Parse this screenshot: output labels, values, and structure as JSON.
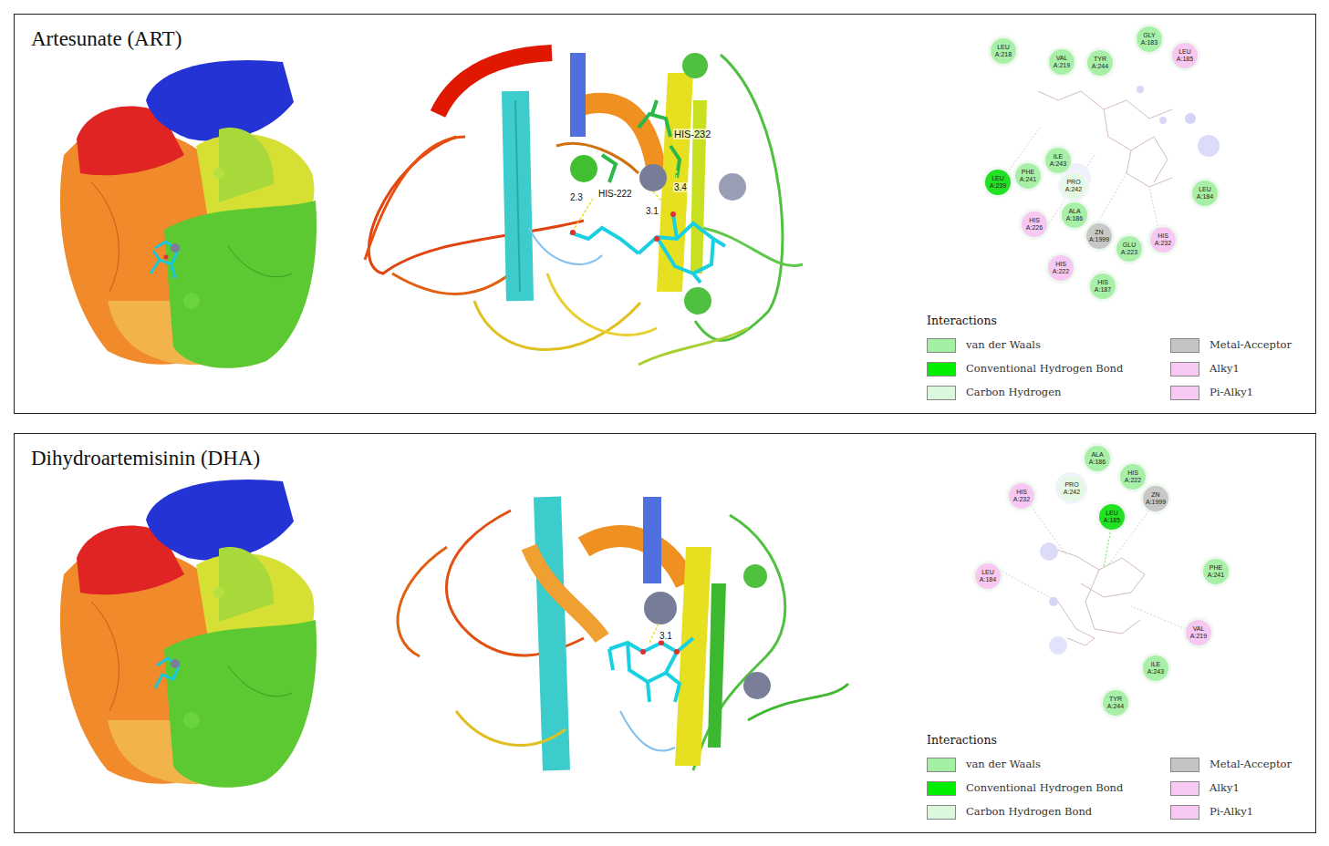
{
  "diagram": {
    "nodes": [
      {
        "text": [
          "Artesunate (ART)"
        ]
      },
      {
        "text": [
          "LEU A:218"
        ],
        "in": 0
      },
      {
        "text": [
          "VAL A:219"
        ],
        "in": 0
      },
      {
        "text": [
          "TYR A:244"
        ],
        "in": 0
      },
      {
        "text": [
          "GLY A:183"
        ],
        "in": 0
      },
      {
        "text": [
          "LEU A:185"
        ],
        "in": 0
      },
      {
        "text": [
          "LEU A:239"
        ],
        "in": 0
      },
      {
        "text": [
          "PHE A:241"
        ],
        "in": 0
      },
      {
        "text": [
          "ILE A:243"
        ],
        "in": 0
      },
      {
        "text": [
          "PRO A:242"
        ],
        "in": 0
      },
      {
        "text": [
          "LEU A:184"
        ],
        "in": 0
      },
      {
        "text": [
          "ALA A:186"
        ],
        "in": 0
      },
      {
        "text": [
          "HIS A:226"
        ],
        "in": 0
      },
      {
        "text": [
          "ZN A:1999"
        ],
        "in": 0
      },
      {
        "text": [
          "GLU A:223"
        ],
        "in": 0
      },
      {
        "text": [
          "HIS A:232"
        ],
        "in": 0
      },
      {
        "text": [
          "HIS A:222"
        ],
        "in": 0
      },
      {
        "text": [
          "HIS A:187"
        ],
        "in": 0
      },
      {
        "text": [
          "Dihydroartemisinin (DHA)"
        ]
      },
      {
        "text": [
          "ALA A:186"
        ],
        "in": 18
      },
      {
        "text": [
          "HIS A:222"
        ],
        "in": 18
      },
      {
        "text": [
          "PRO A:242"
        ],
        "in": 18
      },
      {
        "text": [
          "HIS A:232"
        ],
        "in": 18
      },
      {
        "text": [
          "ZN A:1999"
        ],
        "in": 18
      },
      {
        "text": [
          "LEU A:185"
        ],
        "in": 18
      },
      {
        "text": [
          "LEU A:184"
        ],
        "in": 18
      },
      {
        "text": [
          "PHE A:241"
        ],
        "in": 18
      },
      {
        "text": [
          "VAL A:219"
        ],
        "in": 18
      },
      {
        "text": [
          "ILE A:243"
        ],
        "in": 18
      },
      {
        "text": [
          "TYR A:244"
        ],
        "in": 18
      }
    ],
    "labels": [
      "HIS-232",
      "2.3",
      "HIS-222",
      "3.4",
      "3.1",
      "Interactions",
      "3.1",
      "Interactions"
    ],
    "legend": [
      {
        "text": "van der Waals",
        "color": "#a3f0a3"
      },
      {
        "text": "Conventional Hydrogen Bond",
        "color": "#00ee00"
      },
      {
        "text": "Carbon Hydrogen",
        "color": "#dcf8dc"
      },
      {
        "text": "Metal-Acceptor",
        "color": "#c4c4c4"
      },
      {
        "text": "Alky1",
        "color": "#f7c8f2"
      },
      {
        "text": "Pi-Alky1",
        "color": "#f7c8f2"
      },
      {
        "text": "van der Waals",
        "color": "#a3f0a3"
      },
      {
        "text": "Conventional Hydrogen Bond",
        "color": "#00ee00"
      },
      {
        "text": "Carbon Hydrogen Bond",
        "color": "#dcf8dc"
      },
      {
        "text": "Metal-Acceptor",
        "color": "#c4c4c4"
      },
      {
        "text": "Alky1",
        "color": "#f7c8f2"
      },
      {
        "text": "Pi-Alky1",
        "color": "#f7c8f2"
      }
    ]
  }
}
